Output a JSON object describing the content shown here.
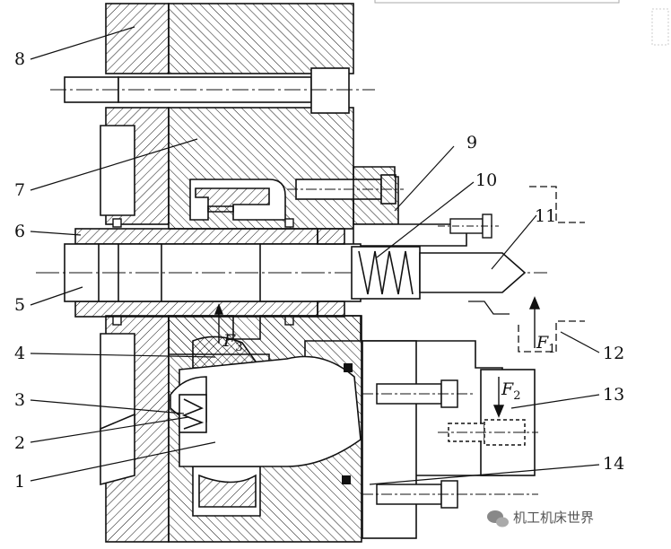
{
  "callouts": [
    {
      "label": "1"
    },
    {
      "label": "2"
    },
    {
      "label": "3"
    },
    {
      "label": "4"
    },
    {
      "label": "5"
    },
    {
      "label": "6"
    },
    {
      "label": "7"
    },
    {
      "label": "8"
    },
    {
      "label": "9"
    },
    {
      "label": "10"
    },
    {
      "label": "11"
    },
    {
      "label": "12"
    },
    {
      "label": "13"
    },
    {
      "label": "14"
    }
  ],
  "forces": [
    {
      "symbol": "F",
      "sub": "1"
    },
    {
      "symbol": "F",
      "sub": "2"
    },
    {
      "symbol": "F",
      "sub": "3"
    }
  ],
  "watermark": {
    "text": "机工机床世界",
    "icon": "wechat-icon"
  },
  "colors": {
    "line": "#111111",
    "background": "#ffffff"
  }
}
